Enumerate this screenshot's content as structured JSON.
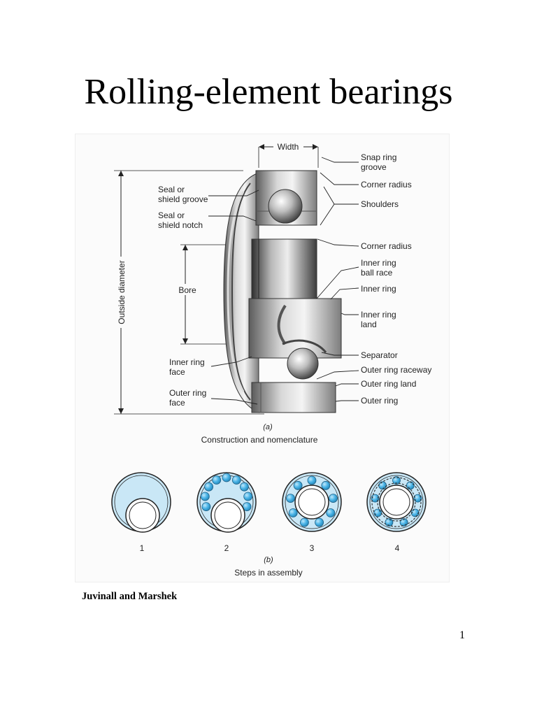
{
  "page": {
    "title": "Rolling-element bearings",
    "credit": "Juvinall and Marshek",
    "page_number": "1"
  },
  "figure": {
    "labels": {
      "width": "Width",
      "outside_diameter": "Outside diameter",
      "bore": "Bore",
      "seal_groove": [
        "Seal or",
        "shield groove"
      ],
      "seal_notch": [
        "Seal or",
        "shield notch"
      ],
      "inner_ring_face": [
        "Inner ring",
        "face"
      ],
      "outer_ring_face": [
        "Outer ring",
        "face"
      ],
      "snap_ring_groove": [
        "Snap ring",
        "groove"
      ],
      "corner_radius_top": "Corner radius",
      "shoulders": "Shoulders",
      "corner_radius_mid": "Corner radius",
      "inner_ring_ball_race": [
        "Inner ring",
        "ball race"
      ],
      "inner_ring": "Inner ring",
      "inner_ring_land": [
        "Inner ring",
        "land"
      ],
      "separator": "Separator",
      "outer_ring_raceway": "Outer ring raceway",
      "outer_ring_land": "Outer ring land",
      "outer_ring": "Outer ring"
    },
    "part_a": {
      "marker": "(a)",
      "caption": "Construction and nomenclature"
    },
    "part_b": {
      "marker": "(b)",
      "caption": "Steps in assembly",
      "steps": [
        "1",
        "2",
        "3",
        "4"
      ]
    },
    "colors": {
      "ball_blue": "#49b3e6",
      "ring_fill": "#c9e7f6",
      "ring_stroke": "#222222",
      "metal": "#9a9a9a"
    }
  }
}
